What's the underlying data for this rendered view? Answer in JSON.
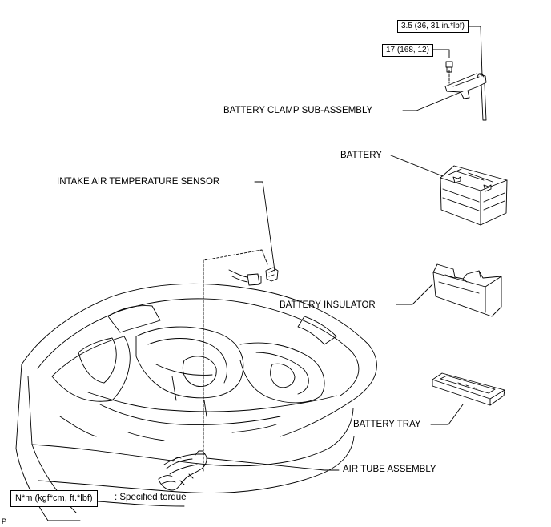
{
  "torque_specs": {
    "clamp_nut": "3.5 (36, 31 in.*lbf)",
    "clamp_bolt": "17 (168, 12)"
  },
  "labels": {
    "battery_clamp": "BATTERY CLAMP SUB-ASSEMBLY",
    "battery": "BATTERY",
    "intake_sensor": "INTAKE AIR TEMPERATURE SENSOR",
    "battery_insulator": "BATTERY INSULATOR",
    "battery_tray": "BATTERY TRAY",
    "air_tube": "AIR TUBE ASSEMBLY"
  },
  "legend": {
    "unit_box": "N*m (kgf*cm, ft.*lbf)",
    "description": ": Specified torque"
  },
  "corner_mark": "P"
}
